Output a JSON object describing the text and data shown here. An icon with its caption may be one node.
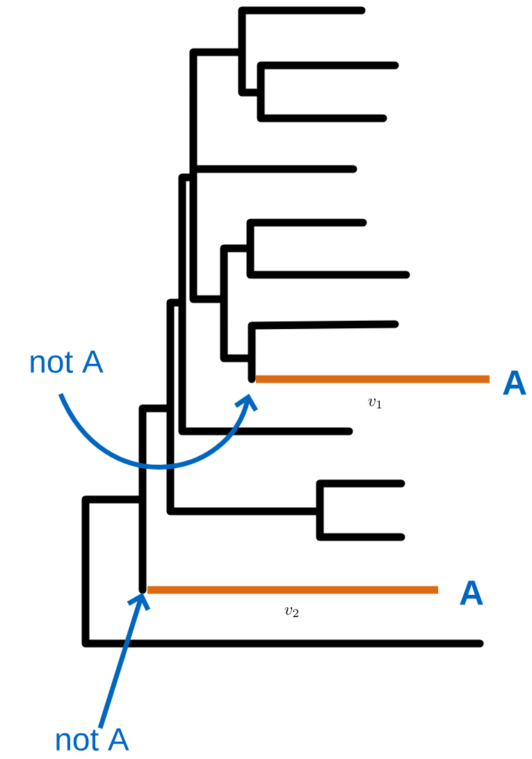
{
  "diagram": {
    "nodes": [
      {
        "text": [
          "not A"
        ]
      },
      {
        "text": [
          "not A"
        ]
      }
    ],
    "edges": [
      {
        "from": 0,
        "to": null,
        "arrow": "to"
      },
      {
        "from": 1,
        "to": null,
        "arrow": "to"
      }
    ],
    "labels": [
      "A",
      "v_1",
      "A",
      "v_2"
    ]
  }
}
